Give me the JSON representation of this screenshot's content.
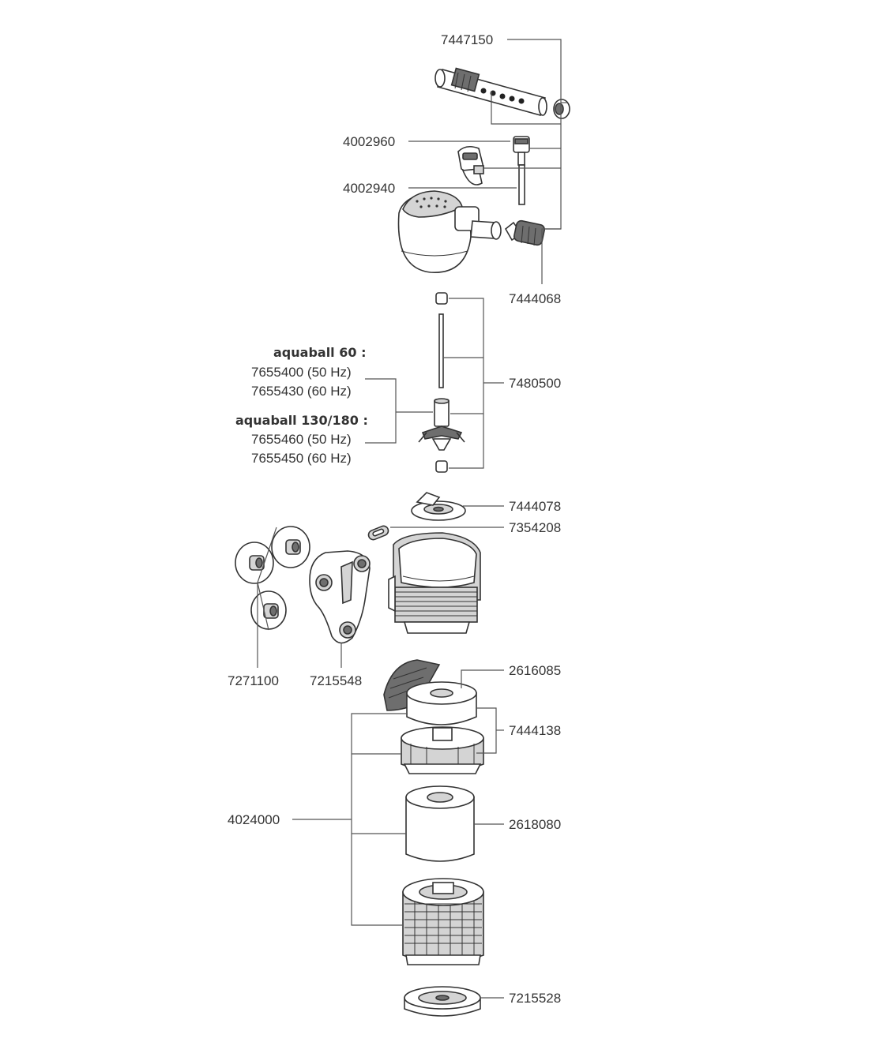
{
  "labels": {
    "p7447150": "7447150",
    "p4002960": "4002960",
    "p4002940": "4002940",
    "p7444068": "7444068",
    "p7480500": "7480500",
    "aquaball60": "aquaball 60 :",
    "p7655400": "7655400 (50 Hz)",
    "p7655430": "7655430 (60 Hz)",
    "aquaball130": "aquaball 130/180 :",
    "p7655460": "7655460 (50 Hz)",
    "p7655450": "7655450 (60 Hz)",
    "p7444078": "7444078",
    "p7354208": "7354208",
    "p7271100": "7271100",
    "p7215548": "7215548",
    "p2616085": "2616085",
    "p7444138": "7444138",
    "p4024000": "4024000",
    "p2618080": "2618080",
    "p7215528": "7215528"
  },
  "colors": {
    "line": "#555555",
    "text": "#333333",
    "part_light": "#d4d4d4",
    "part_dark": "#6e6e6e"
  }
}
